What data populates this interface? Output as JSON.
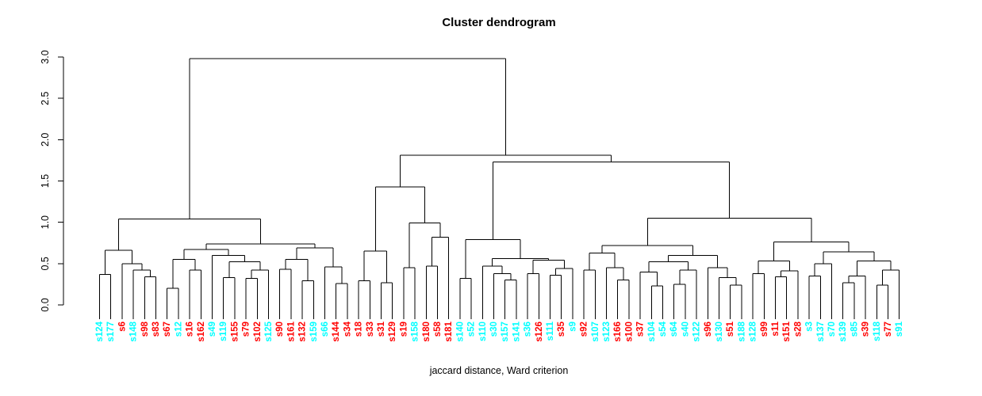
{
  "chart_data": {
    "type": "dendrogram",
    "title": "Cluster dendrogram",
    "xlabel": "jaccard distance, Ward criterion",
    "ylabel": "",
    "yticks": [
      "0.0",
      "0.5",
      "1.0",
      "1.5",
      "2.0",
      "2.5",
      "3.0"
    ],
    "ylim": [
      0,
      3
    ],
    "root_height": 2.98,
    "background": "#FFFFFF",
    "line_color": "#000000",
    "palette": {
      "cyan": "#00FFFF",
      "red": "#FF0000"
    },
    "leaves": [
      [
        "s124",
        "cyan"
      ],
      [
        "s177",
        "cyan"
      ],
      [
        "s6",
        "red"
      ],
      [
        "s148",
        "cyan"
      ],
      [
        "s98",
        "red"
      ],
      [
        "s83",
        "red"
      ],
      [
        "s67",
        "red"
      ],
      [
        "s12",
        "cyan"
      ],
      [
        "s16",
        "red"
      ],
      [
        "s162",
        "red"
      ],
      [
        "s49",
        "cyan"
      ],
      [
        "s119",
        "cyan"
      ],
      [
        "s155",
        "red"
      ],
      [
        "s79",
        "red"
      ],
      [
        "s102",
        "red"
      ],
      [
        "s125",
        "cyan"
      ],
      [
        "s90",
        "red"
      ],
      [
        "s161",
        "red"
      ],
      [
        "s132",
        "red"
      ],
      [
        "s159",
        "cyan"
      ],
      [
        "s66",
        "cyan"
      ],
      [
        "s144",
        "red"
      ],
      [
        "s34",
        "red"
      ],
      [
        "s18",
        "red"
      ],
      [
        "s33",
        "red"
      ],
      [
        "s31",
        "red"
      ],
      [
        "s129",
        "red"
      ],
      [
        "s19",
        "red"
      ],
      [
        "s158",
        "cyan"
      ],
      [
        "s180",
        "red"
      ],
      [
        "s58",
        "red"
      ],
      [
        "s181",
        "red"
      ],
      [
        "s140",
        "cyan"
      ],
      [
        "s52",
        "cyan"
      ],
      [
        "s110",
        "cyan"
      ],
      [
        "s30",
        "cyan"
      ],
      [
        "s157",
        "cyan"
      ],
      [
        "s141",
        "cyan"
      ],
      [
        "s36",
        "cyan"
      ],
      [
        "s126",
        "red"
      ],
      [
        "s111",
        "cyan"
      ],
      [
        "s35",
        "red"
      ],
      [
        "s9",
        "cyan"
      ],
      [
        "s92",
        "red"
      ],
      [
        "s107",
        "cyan"
      ],
      [
        "s123",
        "cyan"
      ],
      [
        "s166",
        "red"
      ],
      [
        "s100",
        "red"
      ],
      [
        "s37",
        "red"
      ],
      [
        "s104",
        "cyan"
      ],
      [
        "s54",
        "cyan"
      ],
      [
        "s64",
        "cyan"
      ],
      [
        "s40",
        "cyan"
      ],
      [
        "s122",
        "cyan"
      ],
      [
        "s96",
        "red"
      ],
      [
        "s130",
        "cyan"
      ],
      [
        "s51",
        "red"
      ],
      [
        "s188",
        "cyan"
      ],
      [
        "s128",
        "cyan"
      ],
      [
        "s99",
        "red"
      ],
      [
        "s11",
        "red"
      ],
      [
        "s151",
        "red"
      ],
      [
        "s28",
        "red"
      ],
      [
        "s3",
        "cyan"
      ],
      [
        "s137",
        "cyan"
      ],
      [
        "s70",
        "cyan"
      ],
      [
        "s139",
        "cyan"
      ],
      [
        "s85",
        "cyan"
      ],
      [
        "s39",
        "red"
      ],
      [
        "s118",
        "cyan"
      ],
      [
        "s77",
        "red"
      ],
      [
        "s91",
        "cyan"
      ]
    ],
    "tree": {
      "h": 2.98,
      "c": [
        {
          "h": 1.04,
          "c": [
            {
              "h": 0.66,
              "c": [
                {
                  "h": 0.37,
                  "c": [
                    "s124",
                    "s177"
                  ]
                },
                {
                  "h": 0.5,
                  "c": [
                    "s6",
                    {
                      "h": 0.42,
                      "c": [
                        "s148",
                        {
                          "h": 0.34,
                          "c": [
                            "s98",
                            "s83"
                          ]
                        }
                      ]
                    }
                  ]
                }
              ]
            },
            {
              "h": 0.74,
              "c": [
                {
                  "h": 0.67,
                  "c": [
                    {
                      "h": 0.55,
                      "c": [
                        {
                          "h": 0.2,
                          "c": [
                            "s67",
                            "s12"
                          ]
                        },
                        {
                          "h": 0.42,
                          "c": [
                            "s16",
                            "s162"
                          ]
                        }
                      ]
                    },
                    {
                      "h": 0.6,
                      "c": [
                        "s49",
                        {
                          "h": 0.52,
                          "c": [
                            {
                              "h": 0.33,
                              "c": [
                                "s119",
                                "s155"
                              ]
                            },
                            {
                              "h": 0.42,
                              "c": [
                                {
                                  "h": 0.32,
                                  "c": [
                                    "s79",
                                    "s102"
                                  ]
                                },
                                "s125"
                              ]
                            }
                          ]
                        }
                      ]
                    }
                  ]
                },
                {
                  "h": 0.69,
                  "c": [
                    {
                      "h": 0.55,
                      "c": [
                        {
                          "h": 0.43,
                          "c": [
                            "s90",
                            "s161"
                          ]
                        },
                        {
                          "h": 0.29,
                          "c": [
                            "s132",
                            "s159"
                          ]
                        }
                      ]
                    },
                    {
                      "h": 0.46,
                      "c": [
                        "s66",
                        {
                          "h": 0.26,
                          "c": [
                            "s144",
                            "s34"
                          ]
                        }
                      ]
                    }
                  ]
                }
              ]
            }
          ]
        },
        {
          "h": 1.81,
          "c": [
            {
              "h": 1.43,
              "c": [
                {
                  "h": 0.65,
                  "c": [
                    {
                      "h": 0.29,
                      "c": [
                        "s18",
                        "s33"
                      ]
                    },
                    {
                      "h": 0.27,
                      "c": [
                        "s31",
                        "s129"
                      ]
                    }
                  ]
                },
                {
                  "h": 0.99,
                  "c": [
                    {
                      "h": 0.45,
                      "c": [
                        "s19",
                        "s158"
                      ]
                    },
                    {
                      "h": 0.82,
                      "c": [
                        {
                          "h": 0.47,
                          "c": [
                            "s180",
                            "s58"
                          ]
                        },
                        "s181"
                      ]
                    }
                  ]
                }
              ]
            },
            {
              "h": 1.73,
              "c": [
                {
                  "h": 0.79,
                  "c": [
                    {
                      "h": 0.32,
                      "c": [
                        "s140",
                        "s52"
                      ]
                    },
                    {
                      "h": 0.56,
                      "c": [
                        {
                          "h": 0.47,
                          "c": [
                            "s110",
                            {
                              "h": 0.38,
                              "c": [
                                "s30",
                                {
                                  "h": 0.3,
                                  "c": [
                                    "s157",
                                    "s141"
                                  ]
                                }
                              ]
                            }
                          ]
                        },
                        {
                          "h": 0.54,
                          "c": [
                            {
                              "h": 0.38,
                              "c": [
                                "s36",
                                "s126"
                              ]
                            },
                            {
                              "h": 0.44,
                              "c": [
                                {
                                  "h": 0.36,
                                  "c": [
                                    "s111",
                                    "s35"
                                  ]
                                },
                                "s9"
                              ]
                            }
                          ]
                        }
                      ]
                    }
                  ]
                },
                {
                  "h": 1.05,
                  "c": [
                    {
                      "h": 0.72,
                      "c": [
                        {
                          "h": 0.63,
                          "c": [
                            {
                              "h": 0.42,
                              "c": [
                                "s92",
                                "s107"
                              ]
                            },
                            {
                              "h": 0.45,
                              "c": [
                                "s123",
                                {
                                  "h": 0.3,
                                  "c": [
                                    "s166",
                                    "s100"
                                  ]
                                }
                              ]
                            }
                          ]
                        },
                        {
                          "h": 0.6,
                          "c": [
                            {
                              "h": 0.52,
                              "c": [
                                {
                                  "h": 0.4,
                                  "c": [
                                    "s37",
                                    {
                                      "h": 0.23,
                                      "c": [
                                        "s104",
                                        "s54"
                                      ]
                                    }
                                  ]
                                },
                                {
                                  "h": 0.42,
                                  "c": [
                                    {
                                      "h": 0.25,
                                      "c": [
                                        "s64",
                                        "s40"
                                      ]
                                    },
                                    "s122"
                                  ]
                                }
                              ]
                            },
                            {
                              "h": 0.45,
                              "c": [
                                "s96",
                                {
                                  "h": 0.33,
                                  "c": [
                                    "s130",
                                    {
                                      "h": 0.24,
                                      "c": [
                                        "s51",
                                        "s188"
                                      ]
                                    }
                                  ]
                                }
                              ]
                            }
                          ]
                        }
                      ]
                    },
                    {
                      "h": 0.76,
                      "c": [
                        {
                          "h": 0.53,
                          "c": [
                            {
                              "h": 0.38,
                              "c": [
                                "s128",
                                "s99"
                              ]
                            },
                            {
                              "h": 0.41,
                              "c": [
                                {
                                  "h": 0.34,
                                  "c": [
                                    "s11",
                                    "s151"
                                  ]
                                },
                                "s28"
                              ]
                            }
                          ]
                        },
                        {
                          "h": 0.64,
                          "c": [
                            {
                              "h": 0.5,
                              "c": [
                                {
                                  "h": 0.35,
                                  "c": [
                                    "s3",
                                    "s137"
                                  ]
                                },
                                "s70"
                              ]
                            },
                            {
                              "h": 0.53,
                              "c": [
                                {
                                  "h": 0.35,
                                  "c": [
                                    {
                                      "h": 0.27,
                                      "c": [
                                        "s139",
                                        "s85"
                                      ]
                                    },
                                    "s39"
                                  ]
                                },
                                {
                                  "h": 0.42,
                                  "c": [
                                    {
                                      "h": 0.24,
                                      "c": [
                                        "s118",
                                        "s77"
                                      ]
                                    },
                                    "s91"
                                  ]
                                }
                              ]
                            }
                          ]
                        }
                      ]
                    }
                  ]
                }
              ]
            }
          ]
        }
      ]
    }
  }
}
